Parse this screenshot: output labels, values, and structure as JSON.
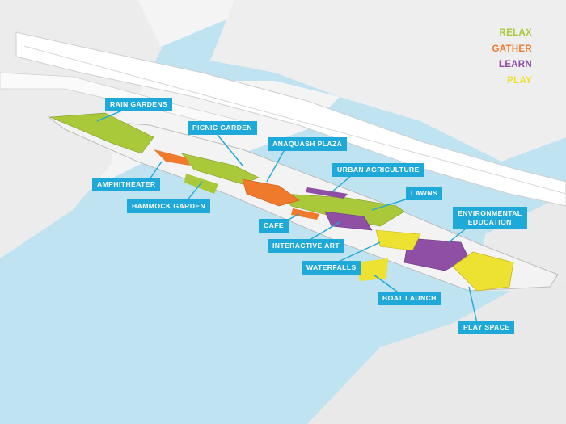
{
  "legend": {
    "items": [
      {
        "label": "RELAX",
        "color": "#a9c93b"
      },
      {
        "label": "GATHER",
        "color": "#f07a2c"
      },
      {
        "label": "LEARN",
        "color": "#8e4fa5"
      },
      {
        "label": "PLAY",
        "color": "#ede232"
      }
    ]
  },
  "callouts": {
    "rain_gardens": "RAIN GARDENS",
    "picnic_garden": "PICNIC GARDEN",
    "anaquash_plaza": "ANAQUASH PLAZA",
    "amphitheater": "AMPHITHEATER",
    "urban_agriculture": "URBAN AGRICULTURE",
    "hammock_garden": "HAMMOCK GARDEN",
    "lawns": "LAWNS",
    "environmental_education_line1": "ENVIRONMENTAL",
    "environmental_education_line2": "EDUCATION",
    "cafe": "CAFE",
    "interactive_art": "INTERACTIVE ART",
    "waterfalls": "WATERFALLS",
    "boat_launch": "BOAT LAUNCH",
    "play_space": "PLAY SPACE"
  },
  "colors": {
    "water": "#bfe3f0",
    "relax": "#a9c93b",
    "gather": "#f07a2c",
    "learn": "#8e4fa5",
    "play": "#ede232",
    "callout": "#1ea9d8"
  }
}
